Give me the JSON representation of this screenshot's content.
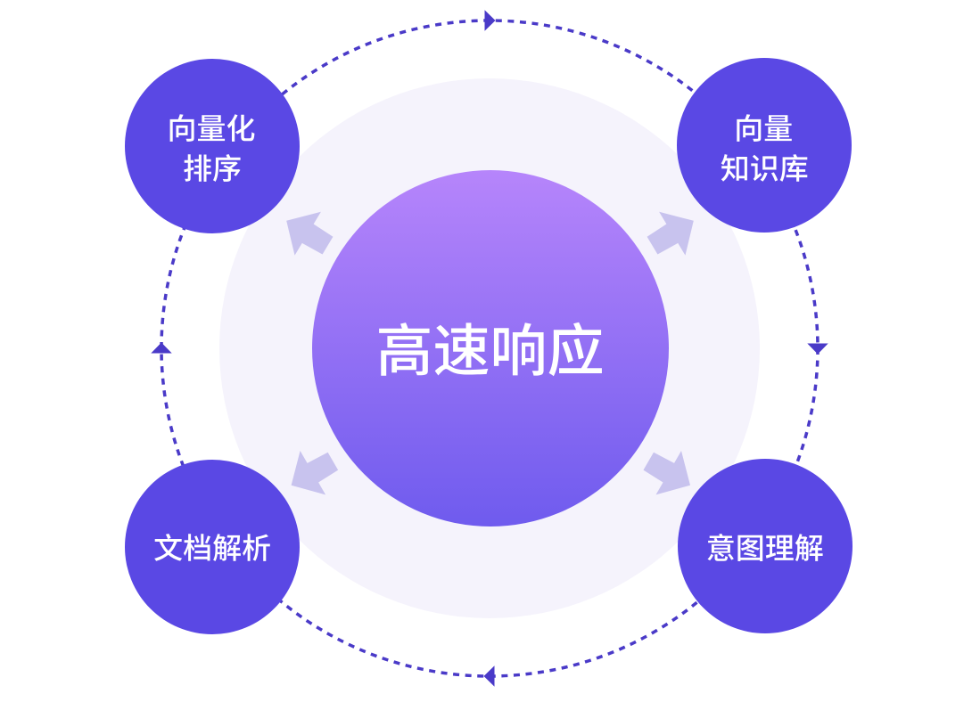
{
  "diagram": {
    "center": {
      "label": "高速响应"
    },
    "nodes": [
      {
        "position": "top-left",
        "label": "向量化排序",
        "line1": "向量化",
        "line2": "排序"
      },
      {
        "position": "top-right",
        "label": "向量知识库",
        "line1": "向量",
        "line2": "知识库"
      },
      {
        "position": "bottom-left",
        "label": "文档解析",
        "line1": "文档解析",
        "line2": ""
      },
      {
        "position": "bottom-right",
        "label": "意图理解",
        "line1": "意图理解",
        "line2": ""
      }
    ],
    "icons": {
      "orbit_marker": "▶",
      "outward_arrow": "➔"
    },
    "colors": {
      "background": "#ffffff",
      "halo": "#f5f3fc",
      "orbit": "#4a3ac8",
      "arrow": "#c8c3ee",
      "node_fill": "#5a48e4",
      "center_gradient_top": "#b685fb",
      "center_gradient_bottom": "#6f5bee",
      "label_text": "#ffffff"
    }
  }
}
